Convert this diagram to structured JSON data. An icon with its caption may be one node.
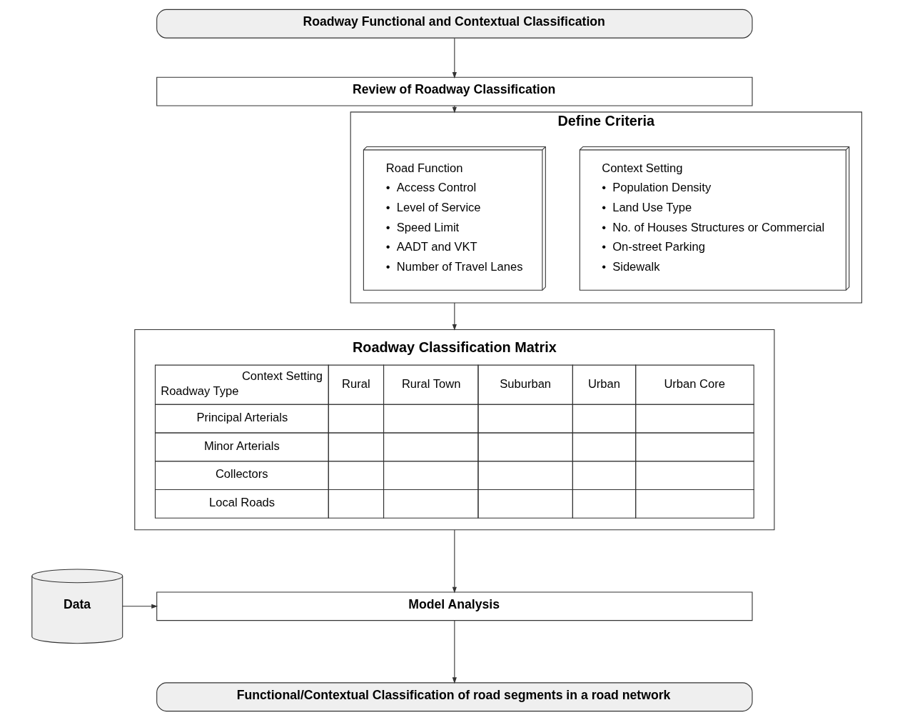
{
  "diagram": {
    "nodes": [
      {
        "text": [
          "Roadway Functional and Contextual Classification"
        ]
      },
      {
        "text": [
          "Review of Roadway Classification"
        ]
      },
      {
        "text": [
          "Define Criteria"
        ]
      },
      {
        "text": [
          "Road Function",
          "•  Access Control",
          "•  Level of Service",
          "•  Speed Limit",
          "•  AADT and VKT",
          "•  Number of Travel Lanes"
        ],
        "in": 2
      },
      {
        "text": [
          "Context Setting",
          "•  Population Density",
          "•  Land Use Type",
          "•  No. of Houses Structures or Commercial",
          "•  On-street Parking",
          "•  Sidewalk"
        ],
        "in": 2
      },
      {
        "text": [
          "Roadway Classification Matrix"
        ]
      },
      {
        "text": [
          "Data"
        ]
      },
      {
        "text": [
          "Model Analysis"
        ]
      },
      {
        "text": [
          "Functional/Contextual Classification of road segments in a road network"
        ]
      }
    ],
    "edges": [
      {
        "from": 0,
        "to": 1,
        "arrow": "to"
      },
      {
        "from": 1,
        "to": 2,
        "arrow": "to"
      },
      {
        "from": 2,
        "to": 5,
        "arrow": "to"
      },
      {
        "from": 5,
        "to": 7,
        "arrow": "to"
      },
      {
        "from": 6,
        "to": 7,
        "arrow": "to"
      },
      {
        "from": 7,
        "to": 8,
        "arrow": "to"
      }
    ],
    "labels": [
      "Context Setting",
      "Roadway Type",
      "Rural",
      "Rural Town",
      "Suburban",
      "Urban",
      "Urban Core",
      "Principal Arterials",
      "Minor Arterials",
      "Collectors",
      "Local Roads"
    ]
  }
}
